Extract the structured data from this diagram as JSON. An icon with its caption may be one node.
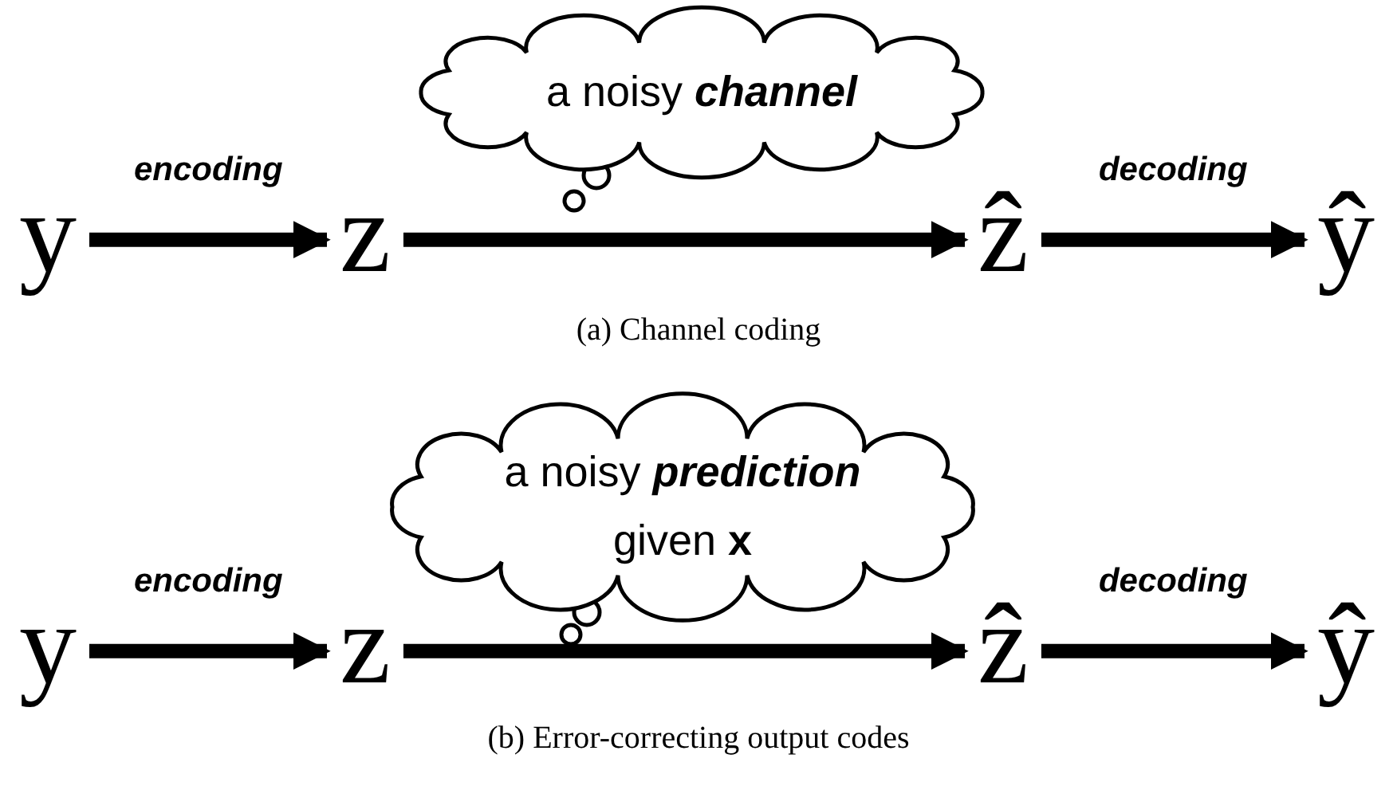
{
  "diagram": {
    "nodes": [
      {
        "text": [
          "y"
        ]
      },
      {
        "text": [
          "z"
        ]
      },
      {
        "text": [
          "ẑ"
        ]
      },
      {
        "text": [
          "ŷ"
        ]
      },
      {
        "text": [
          "a noisy *channel*"
        ]
      },
      {
        "text": [
          "y"
        ]
      },
      {
        "text": [
          "z"
        ]
      },
      {
        "text": [
          "ẑ"
        ]
      },
      {
        "text": [
          "ŷ"
        ]
      },
      {
        "text": [
          "a noisy *prediction* given **x**"
        ]
      }
    ],
    "edges": [
      {
        "from": 0,
        "to": 1,
        "arrow": "to",
        "label": "encoding"
      },
      {
        "from": 1,
        "to": 2,
        "arrow": "to"
      },
      {
        "from": 2,
        "to": 3,
        "arrow": "to",
        "label": "decoding"
      },
      {
        "from": 5,
        "to": 6,
        "arrow": "to",
        "label": "encoding"
      },
      {
        "from": 6,
        "to": 7,
        "arrow": "to"
      },
      {
        "from": 7,
        "to": 8,
        "arrow": "to",
        "label": "decoding"
      }
    ],
    "labels": [
      "(a) Channel coding",
      "(b) Error-correcting output codes"
    ]
  }
}
